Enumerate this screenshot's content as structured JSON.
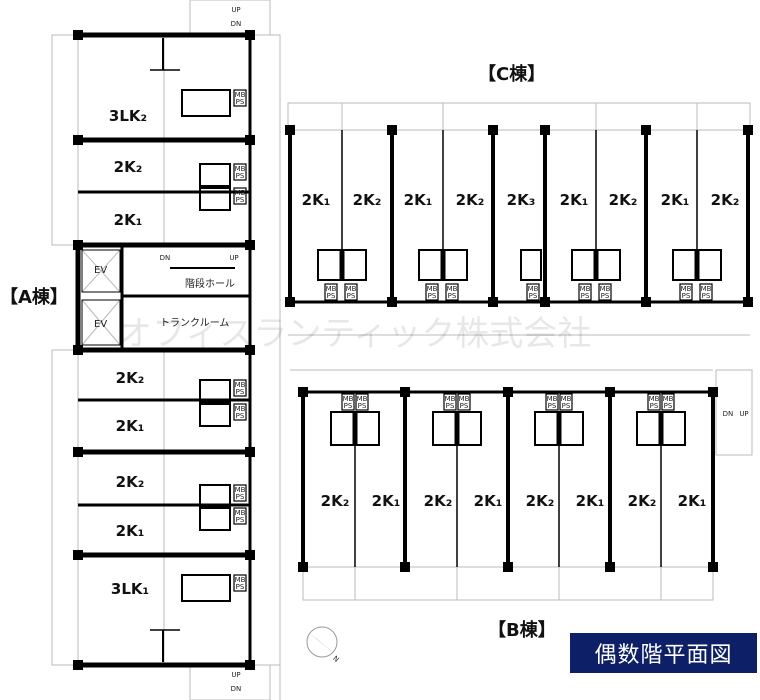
{
  "title_badge": "偶数階平面図",
  "watermark": "オフィスランティック株式会社",
  "colors": {
    "badge_bg": "#0d1f66",
    "wall": "#000000",
    "thin_line": "#bbbbbb"
  },
  "common": {
    "mb": "MB",
    "ps": "PS",
    "up": "UP",
    "dn": "DN",
    "ev": "EV",
    "north": "N"
  },
  "building_a": {
    "label": "【A棟】",
    "stair_hall": "階段ホール",
    "trunk_room": "トランクルーム",
    "units": [
      "3LK₂",
      "2K₂",
      "2K₁",
      "2K₂",
      "2K₁",
      "2K₂",
      "2K₁",
      "3LK₁"
    ]
  },
  "building_c": {
    "label": "【C棟】",
    "units": [
      "2K₁",
      "2K₂",
      "2K₁",
      "2K₂",
      "2K₃",
      "2K₁",
      "2K₂",
      "2K₁",
      "2K₂"
    ]
  },
  "building_b": {
    "label": "【B棟】",
    "units": [
      "2K₂",
      "2K₁",
      "2K₂",
      "2K₁",
      "2K₂",
      "2K₁",
      "2K₂",
      "2K₁"
    ]
  }
}
